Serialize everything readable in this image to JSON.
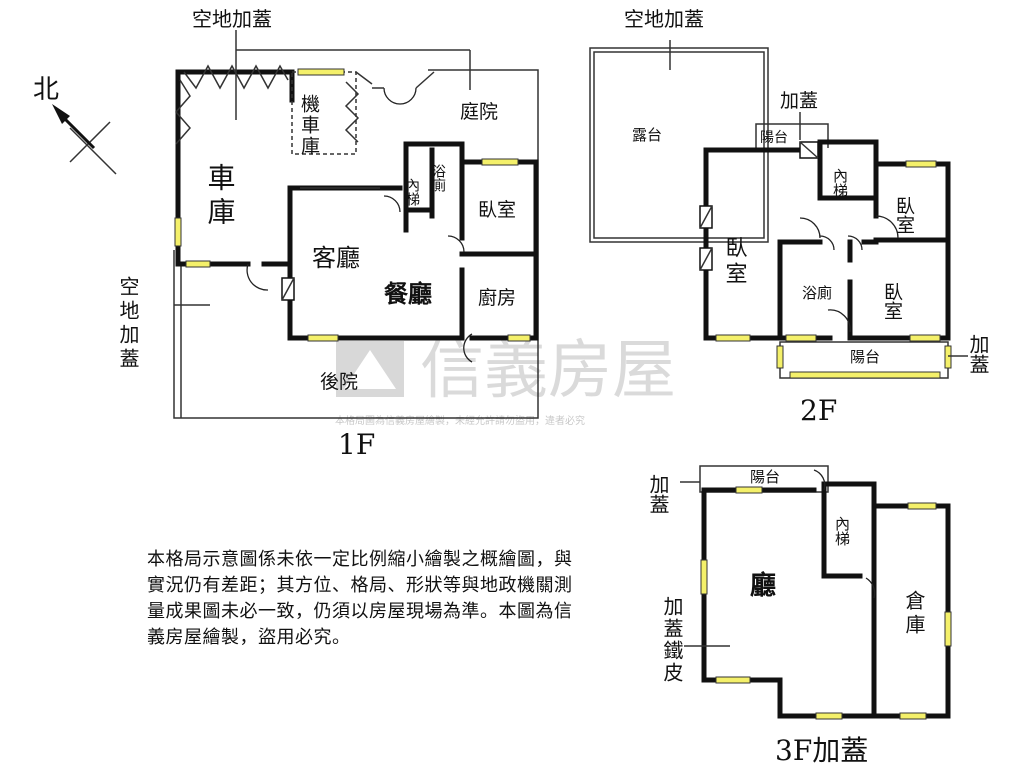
{
  "compass": {
    "north_label": "北"
  },
  "floor1": {
    "title": "1F",
    "labels": {
      "extension_top": "空地加蓋",
      "extension_left": "空地加蓋",
      "garage": "車庫",
      "scooter_garage": "機車庫",
      "courtyard": "庭院",
      "bath": "浴廁",
      "inner_stair": "內梯",
      "bedroom": "臥室",
      "living_room": "客廳",
      "dining_room": "餐廳",
      "kitchen": "廚房",
      "backyard": "後院"
    }
  },
  "floor2": {
    "title": "2F",
    "labels": {
      "extension_top": "空地加蓋",
      "terrace": "露台",
      "extension_balcony": "加蓋",
      "balcony_top": "陽台",
      "inner_stair": "內梯",
      "bedroom_left": "臥室",
      "bedroom_right_top": "臥室",
      "bedroom_right_bottom": "臥室",
      "bath": "浴廁",
      "balcony_bottom": "陽台",
      "extension_right": "加蓋"
    }
  },
  "floor3": {
    "title": "3F加蓋",
    "labels": {
      "extension_top": "加蓋",
      "balcony": "陽台",
      "inner_stair": "內梯",
      "hall": "廳",
      "storage": "倉庫",
      "iron_extension": "加蓋鐵皮"
    }
  },
  "watermark": {
    "brand": "信義房屋",
    "notice": "本格局圖為信義房屋繪製，未經允許請勿盜用，違者必究"
  },
  "disclaimer": "本格局示意圖係未依一定比例縮小繪製之概繪圖，與實況仍有差距；其方位、格局、形狀等與地政機關測量成果圖未必一致，仍須以房屋現場為準。本圖為信義房屋繪製，盜用必究。",
  "colors": {
    "wall": "#111111",
    "window": "#f4f06a",
    "watermark": "#c8c8c8"
  }
}
